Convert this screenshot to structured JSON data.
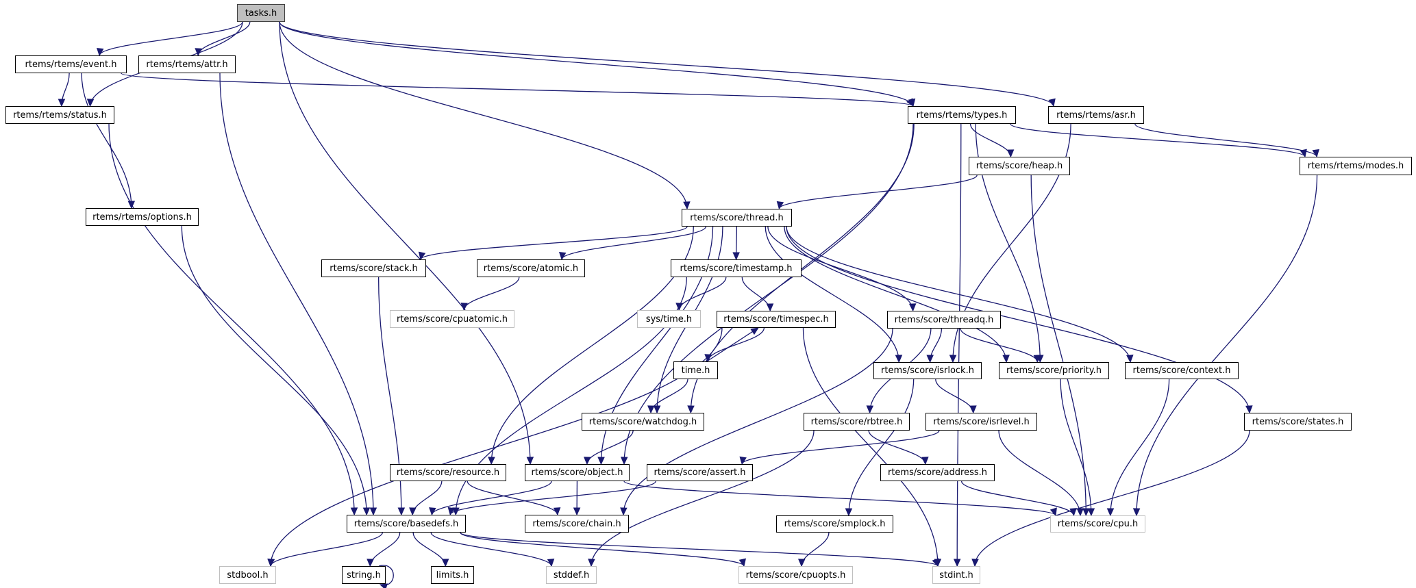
{
  "diagram": {
    "type": "include-dependency-graph",
    "root": "tasks",
    "colors": {
      "edge": "#191970",
      "root_fill": "#bfbfbf",
      "node_border": "#000000",
      "external_border": "#bfbfbf"
    },
    "nodes": [
      {
        "id": "tasks",
        "label": "tasks.h",
        "kind": "root"
      },
      {
        "id": "event",
        "label": "rtems/rtems/event.h",
        "kind": "documented"
      },
      {
        "id": "attr",
        "label": "rtems/rtems/attr.h",
        "kind": "documented"
      },
      {
        "id": "status",
        "label": "rtems/rtems/status.h",
        "kind": "documented"
      },
      {
        "id": "types",
        "label": "rtems/rtems/types.h",
        "kind": "documented"
      },
      {
        "id": "asr",
        "label": "rtems/rtems/asr.h",
        "kind": "documented"
      },
      {
        "id": "heap",
        "label": "rtems/score/heap.h",
        "kind": "documented"
      },
      {
        "id": "modes",
        "label": "rtems/rtems/modes.h",
        "kind": "documented"
      },
      {
        "id": "options",
        "label": "rtems/rtems/options.h",
        "kind": "documented"
      },
      {
        "id": "thread",
        "label": "rtems/score/thread.h",
        "kind": "documented"
      },
      {
        "id": "stack",
        "label": "rtems/score/stack.h",
        "kind": "documented"
      },
      {
        "id": "atomic",
        "label": "rtems/score/atomic.h",
        "kind": "documented"
      },
      {
        "id": "timestamp",
        "label": "rtems/score/timestamp.h",
        "kind": "documented"
      },
      {
        "id": "cpuatomic",
        "label": "rtems/score/cpuatomic.h",
        "kind": "external"
      },
      {
        "id": "systime",
        "label": "sys/time.h",
        "kind": "external"
      },
      {
        "id": "timespec",
        "label": "rtems/score/timespec.h",
        "kind": "documented"
      },
      {
        "id": "threadq",
        "label": "rtems/score/threadq.h",
        "kind": "documented"
      },
      {
        "id": "time",
        "label": "time.h",
        "kind": "documented"
      },
      {
        "id": "isrlock",
        "label": "rtems/score/isrlock.h",
        "kind": "documented"
      },
      {
        "id": "priority",
        "label": "rtems/score/priority.h",
        "kind": "documented"
      },
      {
        "id": "context",
        "label": "rtems/score/context.h",
        "kind": "documented"
      },
      {
        "id": "watchdog",
        "label": "rtems/score/watchdog.h",
        "kind": "documented"
      },
      {
        "id": "rbtree",
        "label": "rtems/score/rbtree.h",
        "kind": "documented"
      },
      {
        "id": "isrlevel",
        "label": "rtems/score/isrlevel.h",
        "kind": "documented"
      },
      {
        "id": "states",
        "label": "rtems/score/states.h",
        "kind": "documented"
      },
      {
        "id": "resource",
        "label": "rtems/score/resource.h",
        "kind": "documented"
      },
      {
        "id": "object",
        "label": "rtems/score/object.h",
        "kind": "documented"
      },
      {
        "id": "assert",
        "label": "rtems/score/assert.h",
        "kind": "documented"
      },
      {
        "id": "address",
        "label": "rtems/score/address.h",
        "kind": "documented"
      },
      {
        "id": "basedefs",
        "label": "rtems/score/basedefs.h",
        "kind": "documented"
      },
      {
        "id": "chain",
        "label": "rtems/score/chain.h",
        "kind": "documented"
      },
      {
        "id": "smplock",
        "label": "rtems/score/smplock.h",
        "kind": "documented"
      },
      {
        "id": "cpu",
        "label": "rtems/score/cpu.h",
        "kind": "external"
      },
      {
        "id": "stdbool",
        "label": "stdbool.h",
        "kind": "external"
      },
      {
        "id": "string",
        "label": "string.h",
        "kind": "documented"
      },
      {
        "id": "limits",
        "label": "limits.h",
        "kind": "documented"
      },
      {
        "id": "stddef",
        "label": "stddef.h",
        "kind": "external"
      },
      {
        "id": "cpuopts",
        "label": "rtems/score/cpuopts.h",
        "kind": "external"
      },
      {
        "id": "stdint",
        "label": "stdint.h",
        "kind": "external"
      }
    ],
    "edges": [
      [
        "tasks",
        "status"
      ],
      [
        "tasks",
        "event"
      ],
      [
        "tasks",
        "attr"
      ],
      [
        "tasks",
        "object"
      ],
      [
        "tasks",
        "thread"
      ],
      [
        "tasks",
        "types"
      ],
      [
        "tasks",
        "asr"
      ],
      [
        "event",
        "status"
      ],
      [
        "event",
        "options"
      ],
      [
        "event",
        "types"
      ],
      [
        "status",
        "basedefs"
      ],
      [
        "attr",
        "basedefs"
      ],
      [
        "options",
        "basedefs"
      ],
      [
        "types",
        "heap"
      ],
      [
        "types",
        "modes"
      ],
      [
        "types",
        "object"
      ],
      [
        "types",
        "watchdog"
      ],
      [
        "types",
        "priority"
      ],
      [
        "types",
        "stdint"
      ],
      [
        "asr",
        "modes"
      ],
      [
        "asr",
        "isrlock"
      ],
      [
        "heap",
        "thread"
      ],
      [
        "heap",
        "cpu"
      ],
      [
        "modes",
        "cpu"
      ],
      [
        "thread",
        "stack"
      ],
      [
        "thread",
        "atomic"
      ],
      [
        "thread",
        "timestamp"
      ],
      [
        "thread",
        "resource"
      ],
      [
        "thread",
        "object"
      ],
      [
        "thread",
        "watchdog"
      ],
      [
        "thread",
        "threadq"
      ],
      [
        "thread",
        "isrlock"
      ],
      [
        "thread",
        "priority"
      ],
      [
        "thread",
        "context"
      ],
      [
        "thread",
        "states"
      ],
      [
        "stack",
        "basedefs"
      ],
      [
        "atomic",
        "cpuatomic"
      ],
      [
        "timestamp",
        "systime"
      ],
      [
        "timestamp",
        "timespec"
      ],
      [
        "timestamp",
        "basedefs"
      ],
      [
        "timespec",
        "time"
      ],
      [
        "time",
        "timespec"
      ],
      [
        "timespec",
        "stdbool"
      ],
      [
        "timespec",
        "stdint"
      ],
      [
        "time",
        "watchdog"
      ],
      [
        "threadq",
        "isrlock"
      ],
      [
        "threadq",
        "priority"
      ],
      [
        "threadq",
        "rbtree"
      ],
      [
        "threadq",
        "chain"
      ],
      [
        "isrlock",
        "isrlevel"
      ],
      [
        "isrlock",
        "smplock"
      ],
      [
        "priority",
        "cpu"
      ],
      [
        "context",
        "cpu"
      ],
      [
        "watchdog",
        "object"
      ],
      [
        "rbtree",
        "address"
      ],
      [
        "rbtree",
        "stddef"
      ],
      [
        "isrlevel",
        "assert"
      ],
      [
        "isrlevel",
        "cpu"
      ],
      [
        "states",
        "stdint"
      ],
      [
        "resource",
        "basedefs"
      ],
      [
        "resource",
        "chain"
      ],
      [
        "object",
        "basedefs"
      ],
      [
        "object",
        "chain"
      ],
      [
        "object",
        "cpu"
      ],
      [
        "assert",
        "basedefs"
      ],
      [
        "address",
        "cpu"
      ],
      [
        "smplock",
        "cpuopts"
      ],
      [
        "basedefs",
        "stdbool"
      ],
      [
        "basedefs",
        "string"
      ],
      [
        "basedefs",
        "limits"
      ],
      [
        "basedefs",
        "stddef"
      ],
      [
        "basedefs",
        "cpuopts"
      ],
      [
        "basedefs",
        "stdint"
      ],
      [
        "string",
        "string"
      ]
    ]
  }
}
